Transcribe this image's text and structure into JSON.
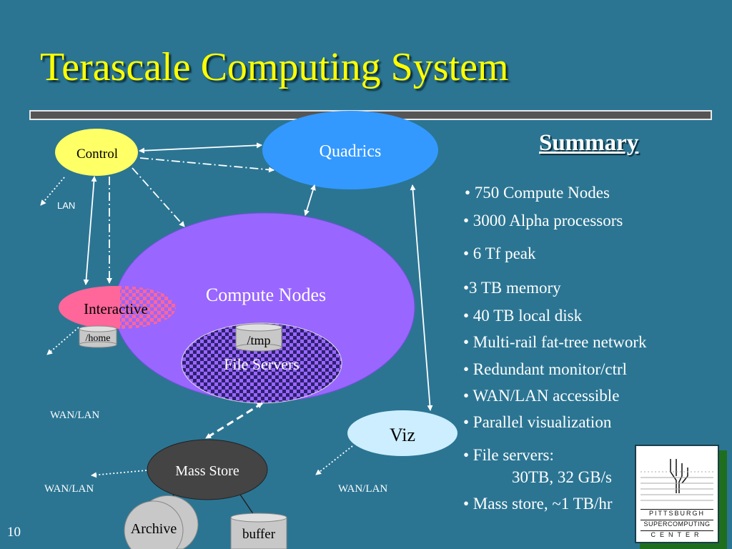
{
  "slide": {
    "title": "Terascale Computing System",
    "page_number": "10"
  },
  "diagram": {
    "nodes": {
      "control": "Control",
      "quadrics": "Quadrics",
      "compute_nodes": "Compute Nodes",
      "interactive": "Interactive",
      "home_disk": "/home",
      "tmp_disk": "/tmp",
      "file_servers": "File Servers",
      "viz": "Viz",
      "mass_store": "Mass Store",
      "archive": "Archive",
      "buffer": "buffer"
    },
    "links": {
      "lan": "LAN",
      "wan_lan_left": "WAN/LAN",
      "wan_lan_bottom_left": "WAN/LAN",
      "wan_lan_bottom_right": "WAN/LAN"
    }
  },
  "summary": {
    "heading": "Summary",
    "bullets": [
      "•  750 Compute Nodes",
      "• 3000 Alpha processors",
      "• 6 Tf  peak",
      "•3 TB memory",
      "• 40 TB local disk",
      "• Multi-rail fat-tree network",
      "• Redundant monitor/ctrl",
      "• WAN/LAN accessible",
      "• Parallel visualization",
      "• File servers:",
      "30TB, 32 GB/s",
      "• Mass store, ~1 TB/hr"
    ]
  },
  "logo": {
    "line1": "PITTSBURGH",
    "line2": "SUPERCOMPUTING",
    "line3": "CENTER"
  },
  "colors": {
    "background": "#2B7593",
    "title": "#FFFF00",
    "control": "#FFFF66",
    "quadrics": "#3399FF",
    "compute_nodes": "#9966FF",
    "interactive": "#FF6699",
    "viz": "#CCEEFF",
    "mass_store": "#444444"
  }
}
